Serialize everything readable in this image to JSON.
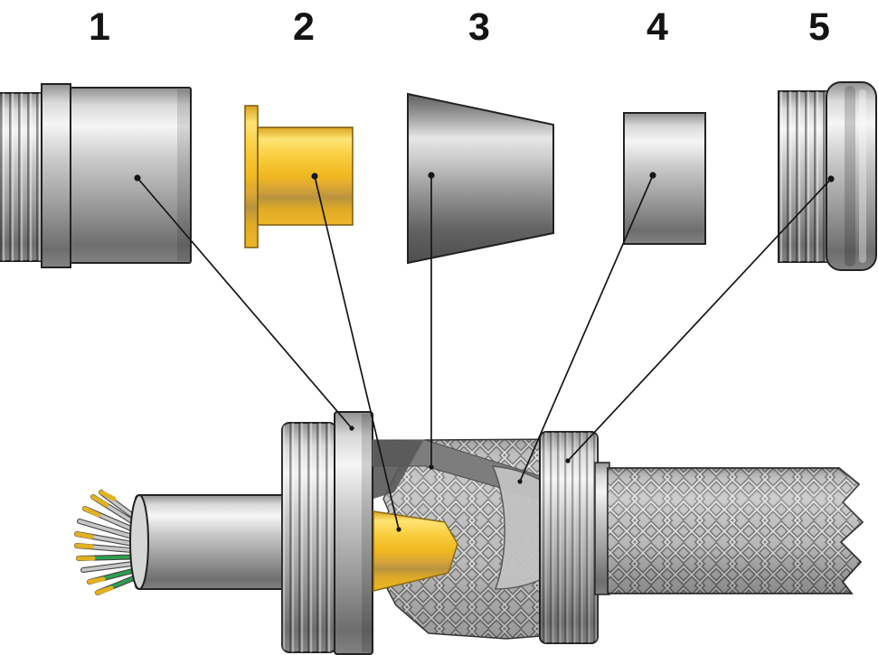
{
  "part_labels": [
    "1",
    "2",
    "3",
    "4",
    "5"
  ],
  "colors": {
    "background": "#ffffff",
    "line": "#161616",
    "metal_highlight": "#f5f5f5",
    "metal_mid": "#a0a0a0",
    "metal_shadow": "#5e5e5e",
    "gold": "#f9cd3e",
    "gold_dark": "#c79222",
    "wire_green": "#2e9e4f",
    "wire_silver": "#c6c6c6",
    "wire_tip_gold": "#e2b122"
  }
}
